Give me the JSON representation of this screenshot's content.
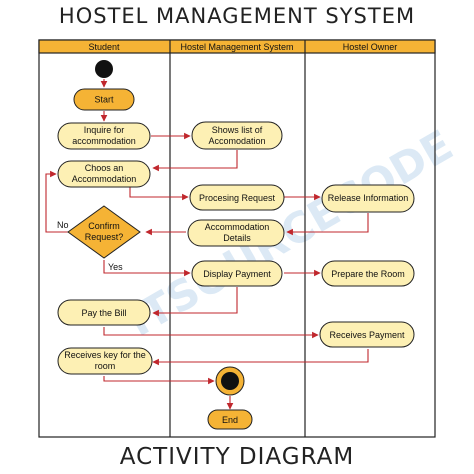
{
  "title": "HOSTEL MANAGEMENT SYSTEM",
  "subtitle": "ACTIVITY DIAGRAM",
  "watermark": "ITSOURCECODE",
  "colors": {
    "lane_header": "#f5b335",
    "node_fill": "#fdf0b4",
    "node_stroke": "#222222",
    "start_fill": "#f5b335",
    "arrow": "#c0272d"
  },
  "lanes": [
    "Student",
    "Hostel Management System",
    "Hostel Owner"
  ],
  "nodes": {
    "start": "Start",
    "inquire": [
      "Inquire for",
      "accommodation"
    ],
    "shows_list": [
      "Shows list of",
      "Accomodation"
    ],
    "choose": [
      "Choos an",
      "Accommodation"
    ],
    "processing": "Procesing Request",
    "release": "Release Information",
    "details": [
      "Accommodation",
      "Details"
    ],
    "confirm": [
      "Confirm",
      "Request?"
    ],
    "display_payment": "Display Payment",
    "prepare_room": "Prepare the Room",
    "pay_bill": "Pay the Bill",
    "receives_payment": "Receives Payment",
    "receives_key": [
      "Receives key for the",
      "room"
    ],
    "end": "End"
  },
  "guards": {
    "no": "No",
    "yes": "Yes"
  }
}
